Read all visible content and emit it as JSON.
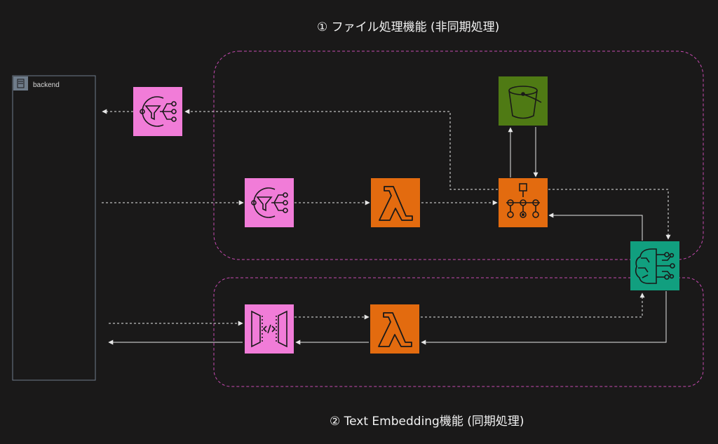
{
  "titles": {
    "file_processing": "① ファイル処理機能 (非同期処理)",
    "text_embedding": "② Text Embedding機能 (同期処理)"
  },
  "backend": {
    "label": "backend",
    "icon": "server-icon"
  },
  "services": [
    {
      "id": "sns-topic-outbound",
      "icon": "sns-topic-icon",
      "color": "#f17cd8"
    },
    {
      "id": "sns-topic-inbound",
      "icon": "sns-topic-icon",
      "color": "#f17cd8"
    },
    {
      "id": "lambda-file-processor",
      "icon": "lambda-icon",
      "color": "#e36b0f"
    },
    {
      "id": "step-functions-workflow",
      "icon": "step-functions-icon",
      "color": "#e36b0f"
    },
    {
      "id": "s3-bucket",
      "icon": "s3-bucket-icon",
      "color": "#4f7a14"
    },
    {
      "id": "bedrock-model",
      "icon": "bedrock-brain-icon",
      "color": "#119f7f"
    },
    {
      "id": "api-gateway",
      "icon": "api-gateway-icon",
      "color": "#f17cd8"
    },
    {
      "id": "lambda-embedding",
      "icon": "lambda-icon",
      "color": "#e36b0f"
    }
  ],
  "colors": {
    "background": "#1a1919",
    "group_border": "#c54ab0",
    "connector": "#e6e6e6",
    "backend_border": "#6f7c8a"
  }
}
